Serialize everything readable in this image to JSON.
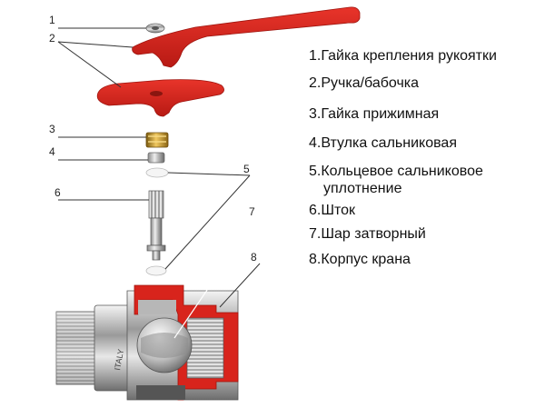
{
  "callouts": [
    "1",
    "2",
    "3",
    "4",
    "5",
    "6",
    "7",
    "8"
  ],
  "legend": [
    "1.Гайка крепления рукоятки",
    "2.Ручка/бабочка",
    "3.Гайка прижимная",
    "4.Втулка сальниковая",
    "5.Кольцевое сальниковое",
    "уплотнение",
    "6.Шток",
    "7.Шар затворный",
    "8.Корпус крана"
  ],
  "body_marking": "ITALY",
  "colors": {
    "handle_red": "#d8241c",
    "brass": "#b8891c",
    "chrome": "#c8c8c8",
    "line": "#333333"
  }
}
